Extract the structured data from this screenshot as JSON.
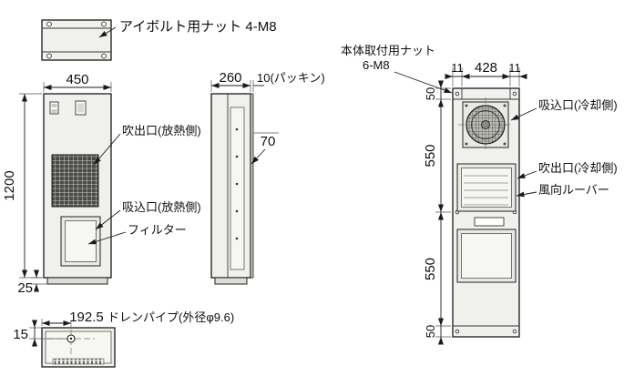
{
  "labels": {
    "eyebolt_nut": "アイボルト用ナット 4-M8",
    "outlet_heat_side": "吹出口(放熱側)",
    "inlet_heat_side": "吸込口(放熱側)",
    "filter": "フィルター",
    "packing": "10(パッキン)",
    "mount_nut": "本体取付用ナット",
    "mount_nut_size": "6-M8",
    "inlet_cool_side": "吸込口(冷却側)",
    "outlet_cool_side": "吹出口(冷却側)",
    "louver": "風向ルーバー",
    "drain_pipe": "ドレンパイプ(外径φ9.6)"
  },
  "dims": {
    "front_width": "450",
    "height": "1200",
    "base": "25",
    "depth": "260",
    "side_offset": "70",
    "back_inset_left": "11",
    "back_width": "428",
    "back_inset_right": "11",
    "back_top": "50",
    "back_mid_upper": "550",
    "back_mid_lower": "550",
    "back_bottom": "50",
    "drain_from_left": "192.5",
    "drain_from_edge": "15"
  }
}
